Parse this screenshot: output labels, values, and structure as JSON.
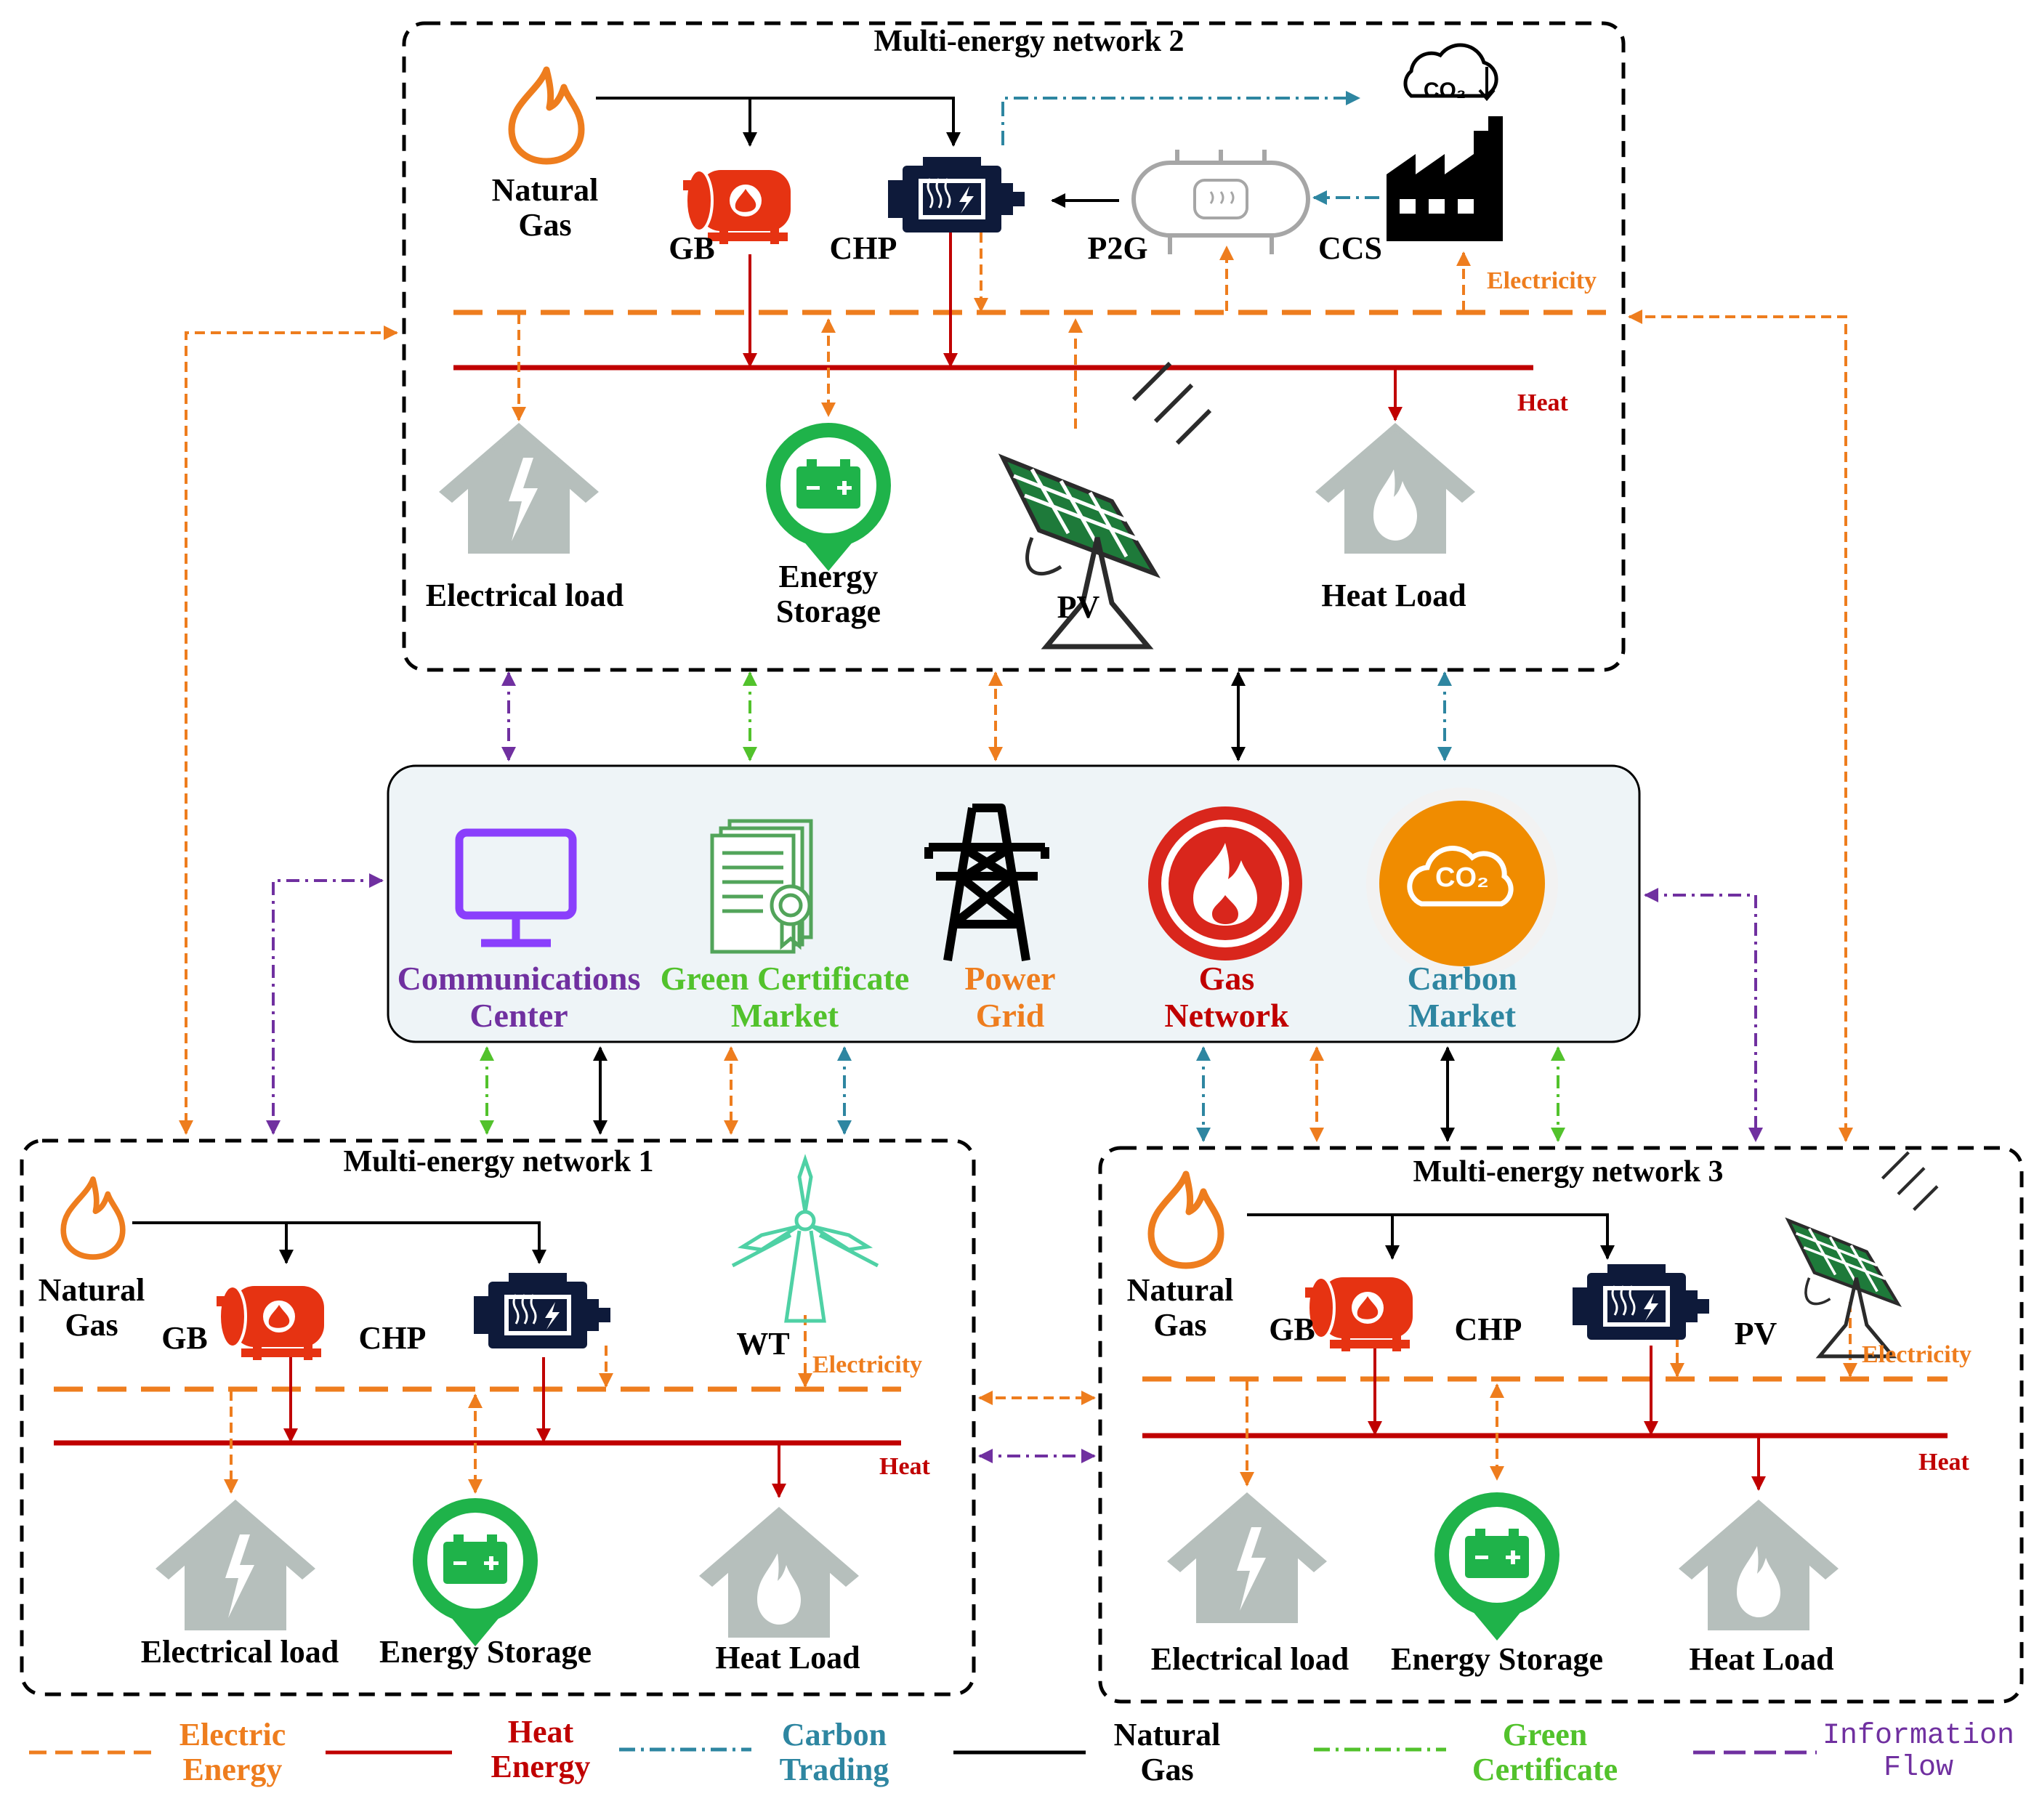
{
  "networks": {
    "n1": {
      "title": "Multi-energy network 1",
      "natural_gas": "Natural\nGas",
      "gb": "GB",
      "chp": "CHP",
      "wt": "WT",
      "electricity": "Electricity",
      "heat": "Heat",
      "electrical_load": "Electrical load",
      "energy_storage": "Energy Storage",
      "heat_load": "Heat Load"
    },
    "n2": {
      "title": "Multi-energy network 2",
      "natural_gas": "Natural\nGas",
      "gb": "GB",
      "chp": "CHP",
      "p2g": "P2G",
      "ccs": "CCS",
      "co2": "CO₂",
      "electricity": "Electricity",
      "heat": "Heat",
      "electrical_load": "Electrical load",
      "energy_storage": "Energy\nStorage",
      "pv": "PV",
      "heat_load": "Heat Load"
    },
    "n3": {
      "title": "Multi-energy network 3",
      "natural_gas": "Natural\nGas",
      "gb": "GB",
      "chp": "CHP",
      "pv": "PV",
      "electricity": "Electricity",
      "heat": "Heat",
      "electrical_load": "Electrical load",
      "energy_storage": "Energy Storage",
      "heat_load": "Heat Load"
    }
  },
  "hub": {
    "communications": "Communications\nCenter",
    "green_certificate": "Green Certificate\nMarket",
    "power_grid": "Power\nGrid",
    "gas_network": "Gas\nNetwork",
    "carbon_market": "Carbon\nMarket",
    "co2": "CO₂"
  },
  "legend": {
    "electric": "Electric\nEnergy",
    "heat": "Heat\nEnergy",
    "carbon": "Carbon\nTrading",
    "gas": "Natural\nGas",
    "green": "Green\nCertificate",
    "info": "Information\nFlow"
  },
  "colors": {
    "electric": "#ee7d1e",
    "heat": "#c00000",
    "carbon": "#2e86a1",
    "gas": "#000000",
    "green": "#52c22c",
    "info": "#7030a0",
    "house": "#b6bfbc",
    "storage": "#1fb34a",
    "boiler": "#e63312",
    "chp": "#0e1a3a",
    "wt": "#4fd1a5"
  }
}
